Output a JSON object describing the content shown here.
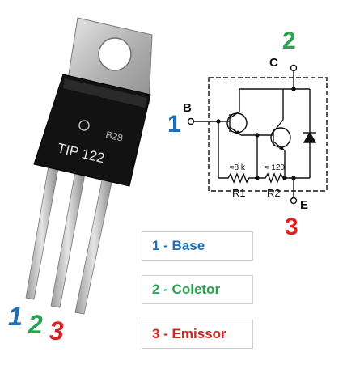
{
  "colors": {
    "base": "#1f6fb7",
    "collector": "#27a352",
    "emitter": "#d92323",
    "black": "#111111",
    "metal": "#b9b9b9"
  },
  "package": {
    "marking_line1": "B28",
    "marking_line2": "TIP 122"
  },
  "package_pins": [
    "1",
    "2",
    "3"
  ],
  "schematic": {
    "terminal_base_letter": "B",
    "terminal_base_number": "1",
    "terminal_collector_letter": "C",
    "terminal_collector_number": "2",
    "terminal_emitter_letter": "E",
    "terminal_emitter_number": "3",
    "r1_value": "≈8 k",
    "r2_value": "≈ 120",
    "r1_label": "R1",
    "r2_label": "R2"
  },
  "legend": [
    {
      "text": "1 - Base",
      "color": "#1f6fb7"
    },
    {
      "text": "2 - Coletor",
      "color": "#27a352"
    },
    {
      "text": "3 - Emissor",
      "color": "#d92323"
    }
  ]
}
